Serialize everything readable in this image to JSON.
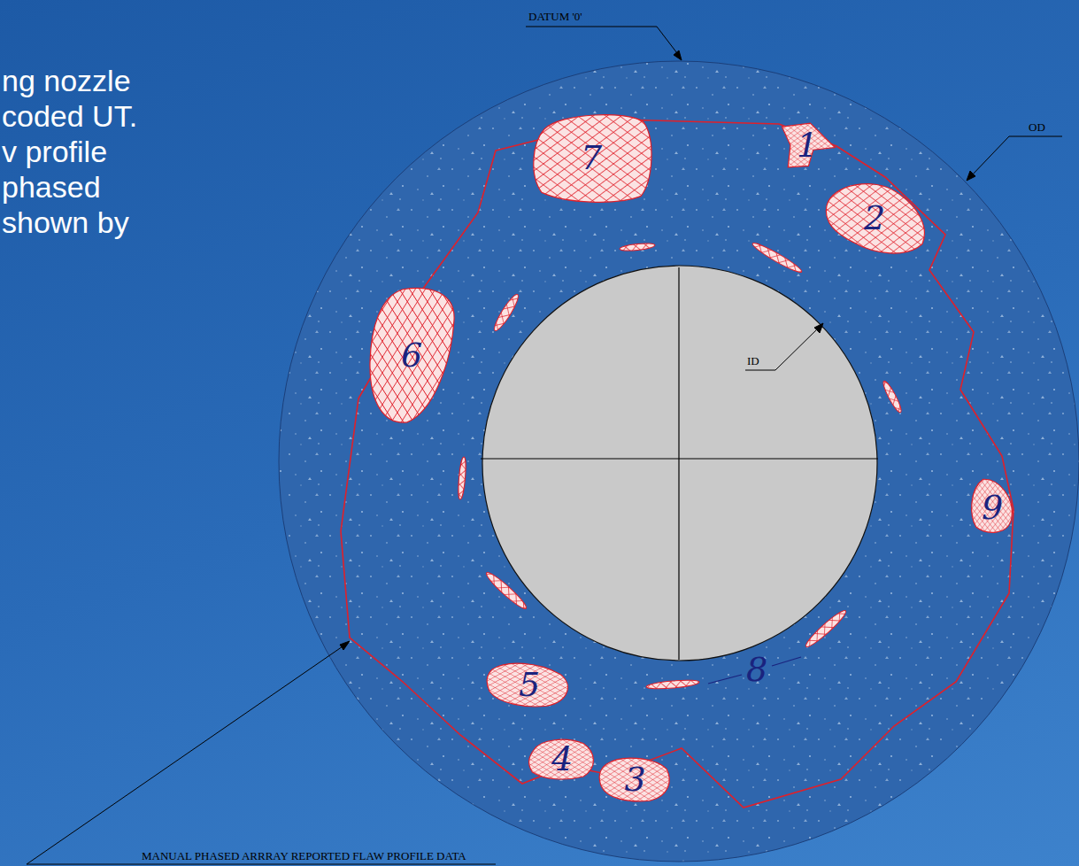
{
  "diagram": {
    "nodes": [
      {
        "text": [
          "7"
        ]
      },
      {
        "text": [
          "1"
        ]
      },
      {
        "text": [
          "2"
        ]
      },
      {
        "text": [
          "6"
        ]
      },
      {
        "text": [
          "9"
        ]
      },
      {
        "text": [
          "5"
        ]
      },
      {
        "text": [
          "4"
        ]
      },
      {
        "text": [
          "3"
        ]
      }
    ],
    "labels": [
      "ng nozzle",
      "coded UT.",
      "v profile",
      "phased",
      "shown by",
      "DATUM '0'",
      "OD",
      "ID",
      "8",
      "MANUAL PHASED ARRRAY REPORTED FLAW PROFILE DATA"
    ]
  }
}
